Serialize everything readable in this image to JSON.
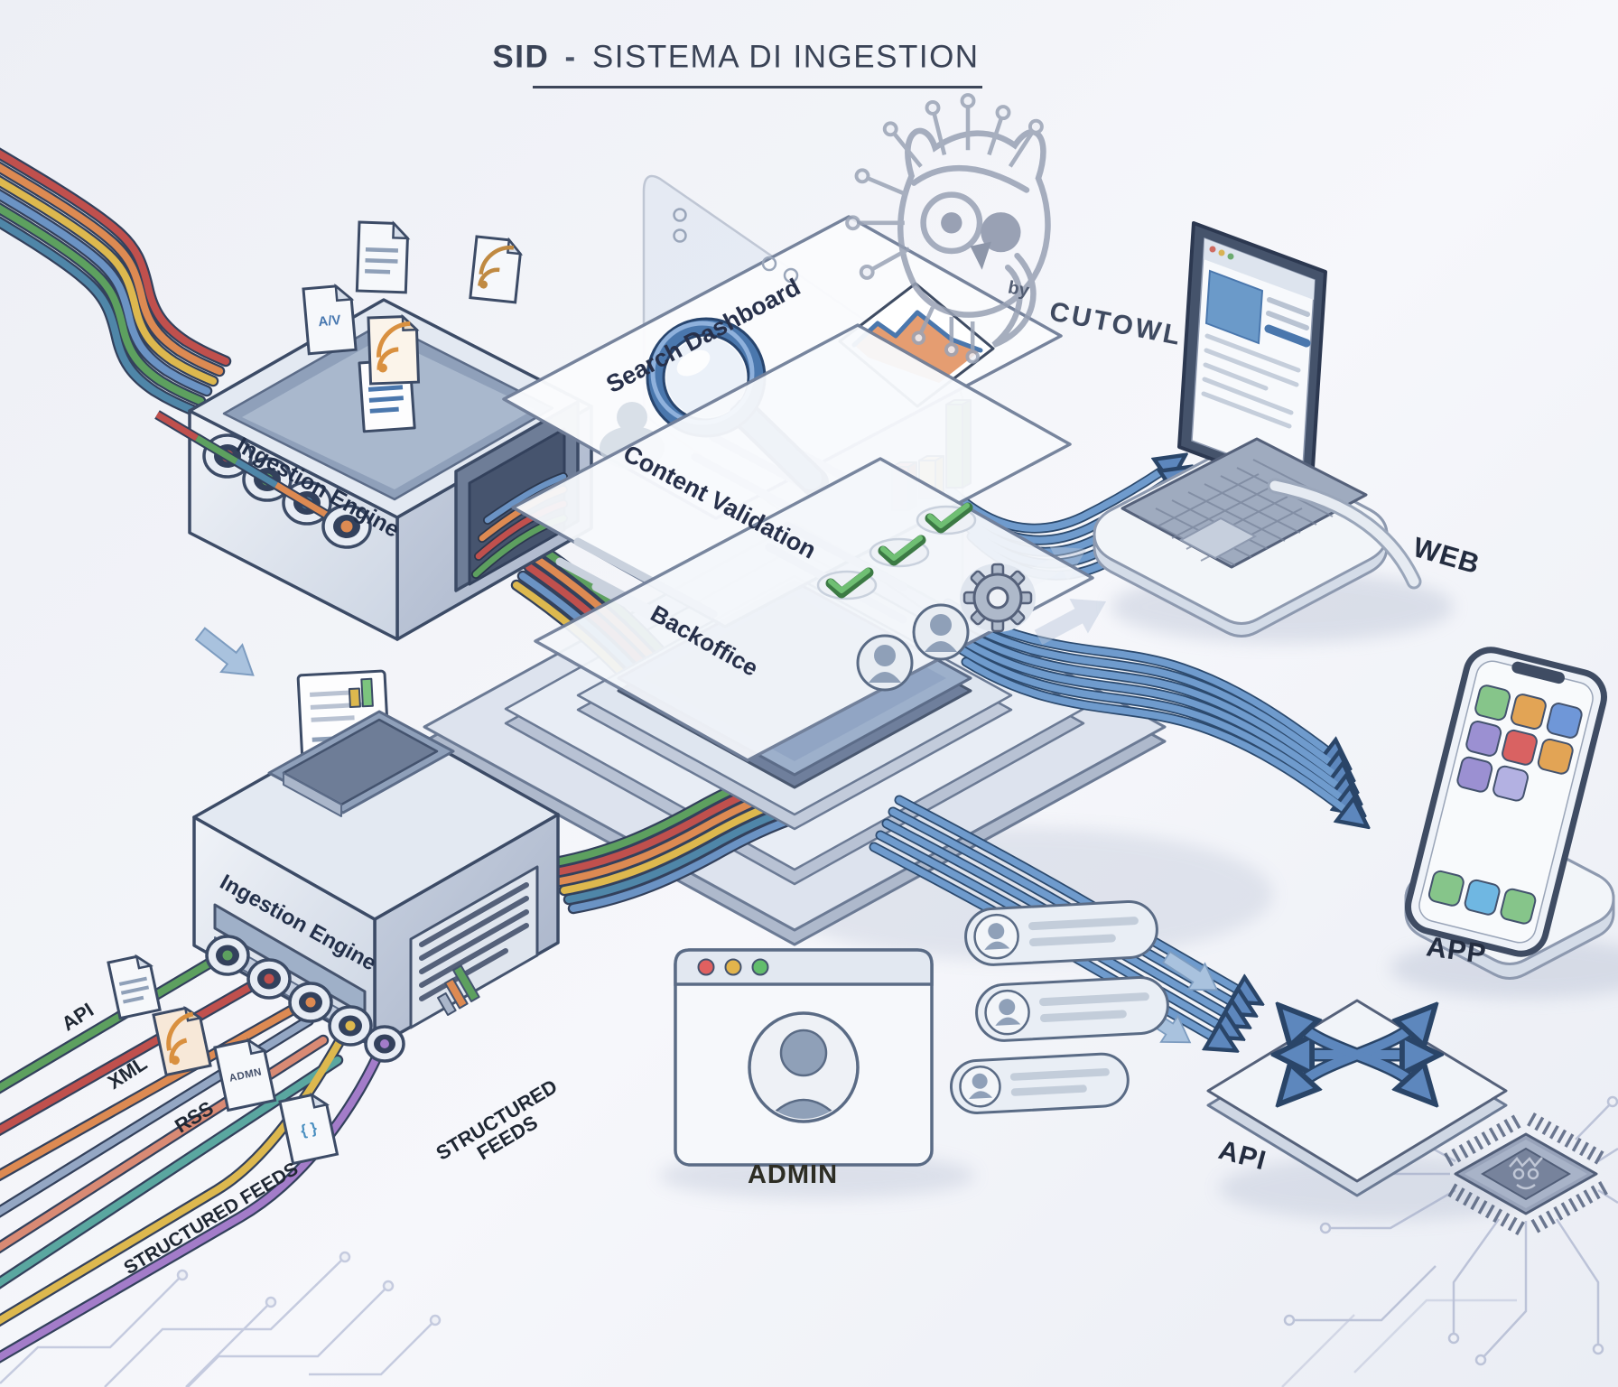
{
  "title": {
    "brand": "SID",
    "separator": "-",
    "name": "SISTEMA DI INGESTION"
  },
  "logo": {
    "prefix": "by",
    "brand": "CUTOWL"
  },
  "engines": {
    "top": {
      "label": "Ingestion Engine"
    },
    "bottom": {
      "label": "Ingestion Engine",
      "output_caption_line1": "STRUCTURED",
      "output_caption_line2": "FEEDS"
    }
  },
  "panels": {
    "search": "Search Dashboard",
    "validation": "Content Validation",
    "backoffice": "Backoffice"
  },
  "inputs": {
    "pipes": [
      {
        "label": "API"
      },
      {
        "label": "XML"
      },
      {
        "label": "RSS"
      },
      {
        "label": "STRUCTURED FEEDS"
      }
    ],
    "badges": {
      "av": "A/V",
      "admn": "ADMN",
      "json": "{ }"
    }
  },
  "outputs": {
    "web": "WEB",
    "app": "APP",
    "api": "API"
  },
  "admin": {
    "label": "ADMIN"
  },
  "colors": {
    "ink": "#2e3950",
    "accent_blue": "#5d87bd",
    "pipe_green": "#5da05f",
    "pipe_red": "#c0504d",
    "pipe_orange": "#dd8a52",
    "pipe_yellow": "#ddb84e",
    "pipe_teal": "#4f86a8",
    "pipe_blue": "#6b93c4",
    "pipe_purple": "#a37cc9",
    "check_green": "#4e9a58"
  }
}
